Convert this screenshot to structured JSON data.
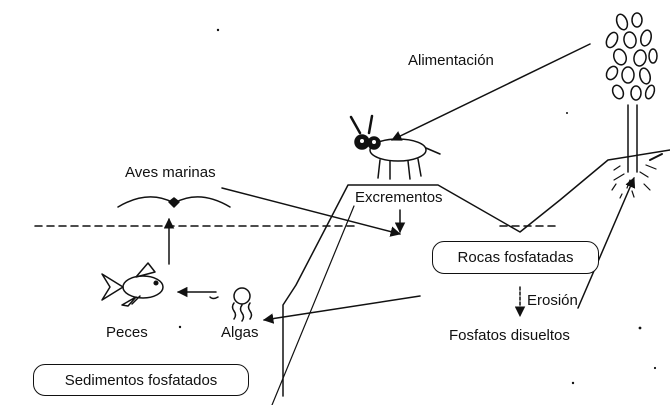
{
  "labels": {
    "alimentacion": "Alimentación",
    "aves_marinas": "Aves marinas",
    "excrementos": "Excrementos",
    "rocas_fosfatadas": "Rocas fosfatadas",
    "erosion": "Erosión",
    "fosfatos_disueltos": "Fosfatos disueltos",
    "peces": "Peces",
    "algas": "Algas",
    "sedimentos_fosfatados": "Sedimentos fosfatados"
  },
  "colors": {
    "ink": "#111111",
    "background": "#ffffff"
  }
}
